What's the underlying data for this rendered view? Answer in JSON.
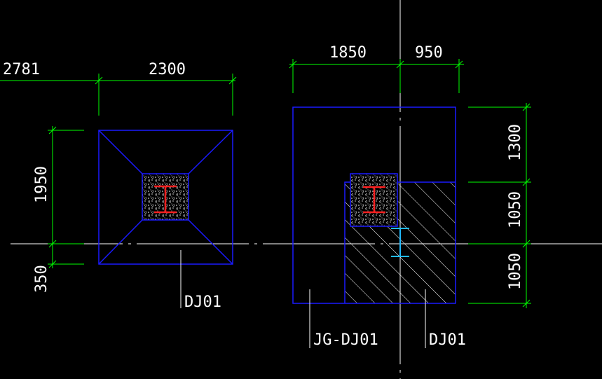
{
  "colors": {
    "background": "#000000",
    "dimension": "#00ff00",
    "footing_outline": "#1a1aff",
    "column_steel": "#ff2020",
    "anchor_steel": "#22bbff",
    "text": "#ffffff",
    "centerline": "#ffffff"
  },
  "left_footing": {
    "top_dimension": "2300",
    "cutoff_dimension": "2781",
    "height_dimension": "1950",
    "offset_dimension": "350",
    "label": "DJ01"
  },
  "right_footing": {
    "top_dimension_left": "1850",
    "top_dimension_right": "950",
    "right_dimension_top": "1300",
    "right_dimension_middle": "1050",
    "right_dimension_bottom": "1050",
    "combined_label": "JG-DJ01",
    "single_label": "DJ01"
  }
}
